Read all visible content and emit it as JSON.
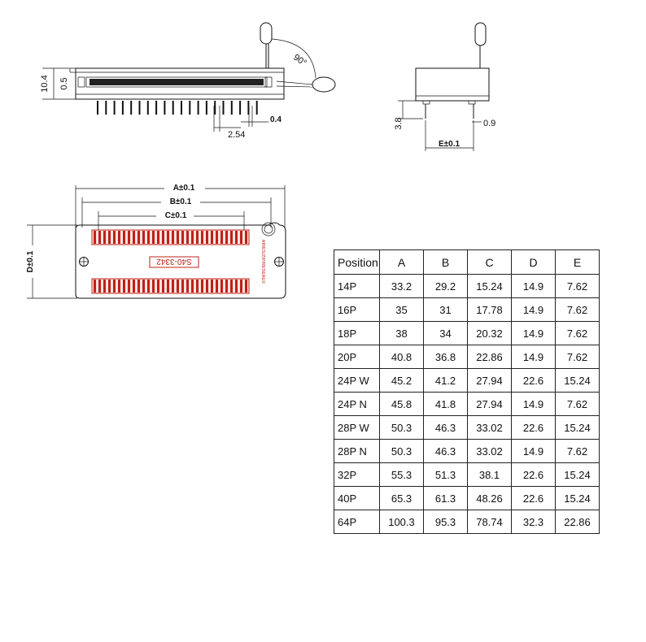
{
  "side_view": {
    "height_label": "10.4",
    "offset_label": "0.5",
    "angle_label": "90°",
    "pitch_label": "2.54",
    "pin_width_label": "0.4"
  },
  "end_view": {
    "pin_length_label": "3.8",
    "pin_thickness_label": "0.9",
    "width_label": "E±0.1"
  },
  "top_view": {
    "dim_a": "A±0.1",
    "dim_b": "B±0.1",
    "dim_c": "C±0.1",
    "dim_d": "D±0.1",
    "part_number": "S40-3342",
    "brand_text": "ARIES/ZIP/RESEAUX",
    "accent_color": "#c0201a"
  },
  "table": {
    "headers": [
      "Position",
      "A",
      "B",
      "C",
      "D",
      "E"
    ],
    "rows": [
      [
        "14P",
        "33.2",
        "29.2",
        "15.24",
        "14.9",
        "7.62"
      ],
      [
        "16P",
        "35",
        "31",
        "17.78",
        "14.9",
        "7.62"
      ],
      [
        "18P",
        "38",
        "34",
        "20.32",
        "14.9",
        "7.62"
      ],
      [
        "20P",
        "40.8",
        "36.8",
        "22.86",
        "14.9",
        "7.62"
      ],
      [
        "24P  W",
        "45.2",
        "41.2",
        "27.94",
        "22.6",
        "15.24"
      ],
      [
        "24P  N",
        "45.8",
        "41.8",
        "27.94",
        "14.9",
        "7.62"
      ],
      [
        "28P  W",
        "50.3",
        "46.3",
        "33.02",
        "22.6",
        "15.24"
      ],
      [
        "28P  N",
        "50.3",
        "46.3",
        "33.02",
        "14.9",
        "7.62"
      ],
      [
        "32P",
        "55.3",
        "51.3",
        "38.1",
        "22.6",
        "15.24"
      ],
      [
        "40P",
        "65.3",
        "61.3",
        "48.26",
        "22.6",
        "15.24"
      ],
      [
        "64P",
        "100.3",
        "95.3",
        "78.74",
        "32.3",
        "22.86"
      ]
    ]
  }
}
